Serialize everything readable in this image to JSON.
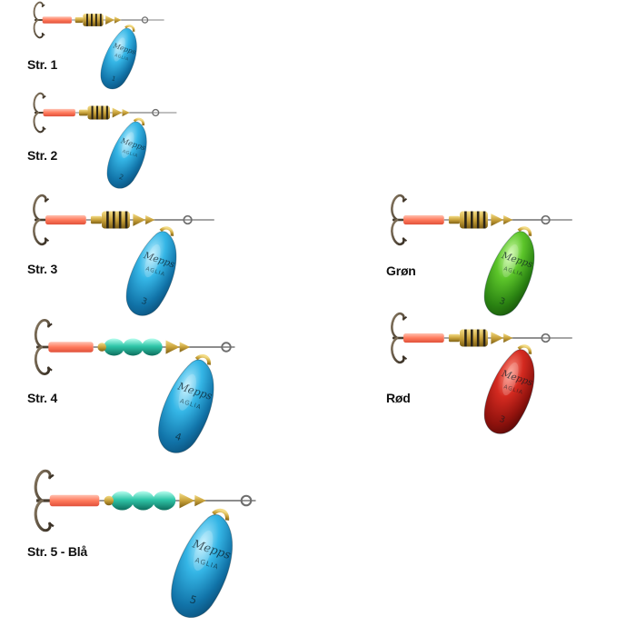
{
  "brand_text": "Mepps",
  "model_text": "AGLIA",
  "colors": {
    "blue": "#1e90c8",
    "green": "#3fa21e",
    "red": "#b51a14",
    "orange_tube": "#ff8a6e",
    "brass": "#c9a23a"
  },
  "lures": [
    {
      "label": "Str. 1",
      "size_number": "1",
      "color": "blue"
    },
    {
      "label": "Str. 2",
      "size_number": "2",
      "color": "blue"
    },
    {
      "label": "Str. 3",
      "size_number": "3",
      "color": "blue"
    },
    {
      "label": "Str. 4",
      "size_number": "4",
      "color": "blue"
    },
    {
      "label": "Str. 5 - Blå",
      "size_number": "5",
      "color": "blue"
    },
    {
      "label": "Grøn",
      "size_number": "3",
      "color": "green"
    },
    {
      "label": "Rød",
      "size_number": "3",
      "color": "red"
    }
  ]
}
